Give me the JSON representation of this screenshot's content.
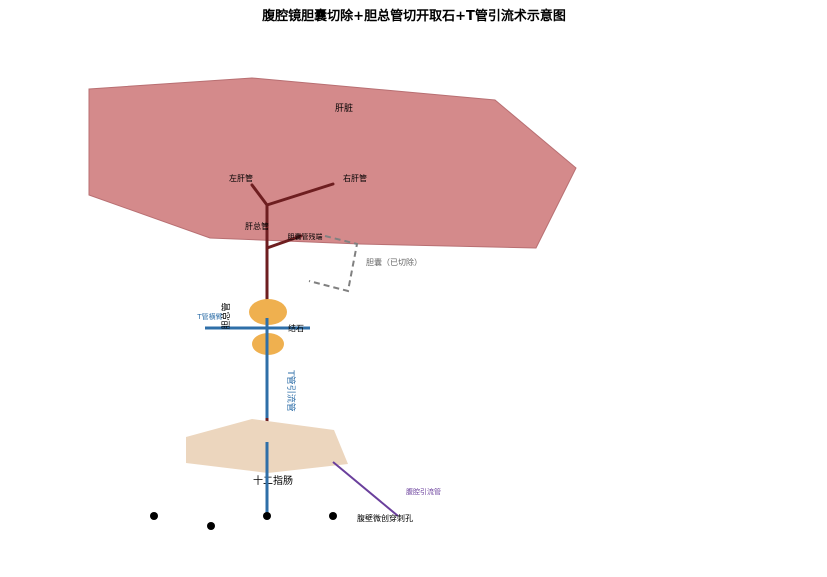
{
  "title": "腹腔镜胆囊切除+胆总管切开取石+T管引流术示意图",
  "labels": {
    "liver": "肝脏",
    "left_hepatic_duct": "左肝管",
    "right_hepatic_duct": "右肝管",
    "common_hepatic_duct": "肝总管",
    "cystic_duct_stump": "胆囊管残端",
    "gallbladder_removed": "胆囊（已切除）",
    "common_bile_duct": "胆总管",
    "t_tube_crossbar": "T管横臂",
    "stone": "结石",
    "t_tube_drain": "T管引流管",
    "duodenum": "十二指肠",
    "abdominal_drain": "腹腔引流管",
    "port_holes": "腹壁微创穿刺孔"
  },
  "colors": {
    "liver_fill": "#d48a8b",
    "liver_stroke": "#b86f72",
    "duct": "#6e1e20",
    "t_tube": "#2f6fa8",
    "stone": "#efb04f",
    "duodenum": "#ecd6be",
    "gallbladder_outline": "#808080",
    "abdominal_drain": "#6a3f9c",
    "port": "#000000"
  }
}
